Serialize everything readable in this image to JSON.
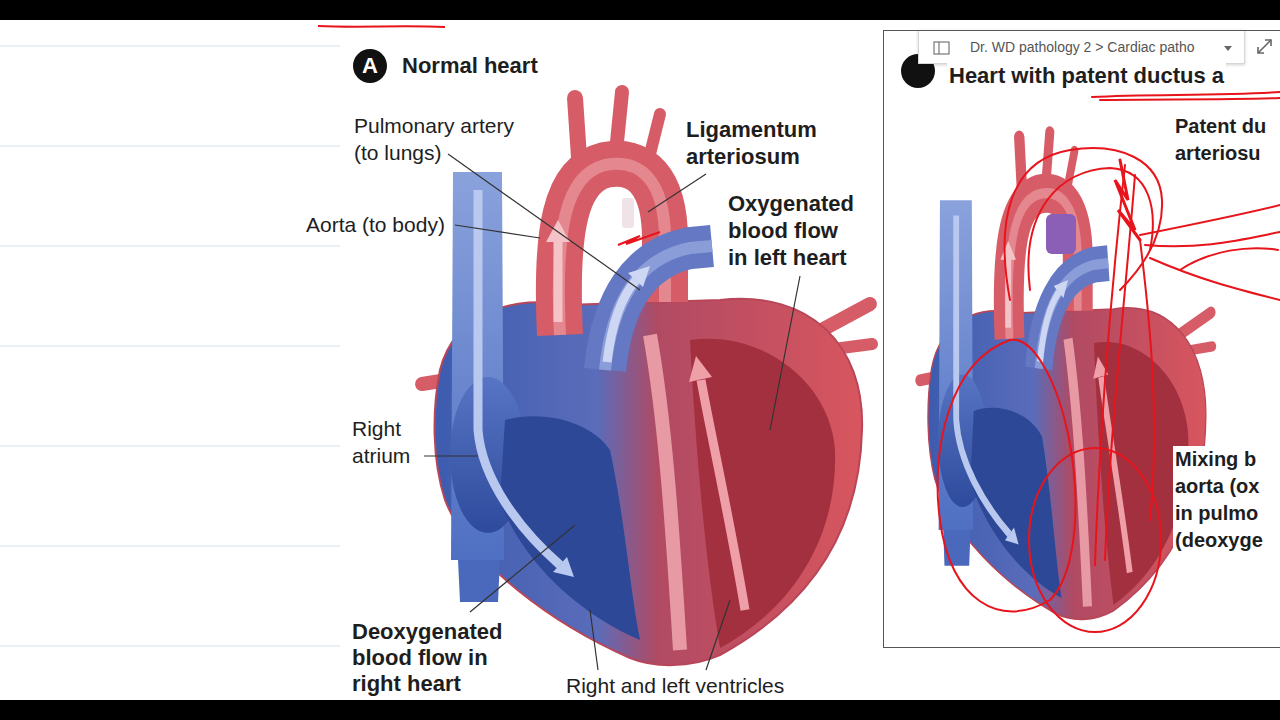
{
  "diagram": {
    "nodes": [
      {
        "text": [
          "A",
          "Normal heart"
        ]
      },
      {
        "text": [
          "Heart with patent ductus a",
          "Patent du arteriosu",
          "Mixing b aorta (ox in pulmo (deoxyge"
        ]
      }
    ],
    "labels": [
      "Pulmonary artery (to lungs)",
      "Aorta (to body)",
      "Ligamentum arteriosum",
      "Oxygenated blood flow in left heart",
      "Right atrium",
      "Deoxygenated blood flow in right heart",
      "Right and left ventricles",
      "Dr. WD pathology 2 > Cardiac patho"
    ]
  }
}
